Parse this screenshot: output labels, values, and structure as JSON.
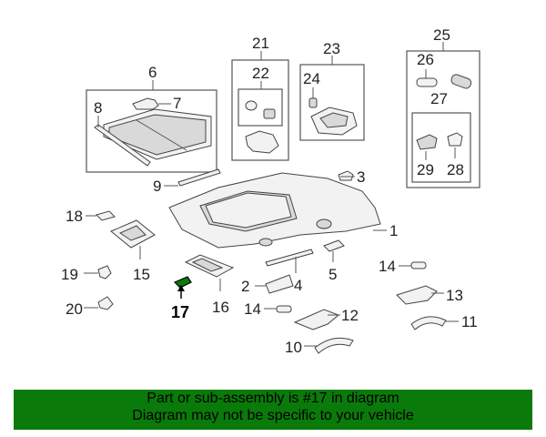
{
  "diagram": {
    "callouts": {
      "c1": "1",
      "c3": "3",
      "c4": "4",
      "c5": "5",
      "c6": "6",
      "c7": "7",
      "c8": "8",
      "c9": "9",
      "c10": "10",
      "c11": "11",
      "c12": "12",
      "c13": "13",
      "c14a": "14",
      "c14b": "14",
      "c15": "15",
      "c16": "16",
      "c17": "17",
      "c18": "18",
      "c19": "19",
      "c2": "2",
      "c20": "20",
      "c21": "21",
      "c22": "22",
      "c23": "23",
      "c24": "24",
      "c25": "25",
      "c26": "26",
      "c27": "27",
      "c28": "28",
      "c29": "29"
    },
    "highlight_color": "#0a7a0a"
  },
  "banner": {
    "line1": "Part or sub-assembly is #17 in diagram",
    "line2": "Diagram may not be specific to your vehicle",
    "background": "#0a7a0a"
  }
}
